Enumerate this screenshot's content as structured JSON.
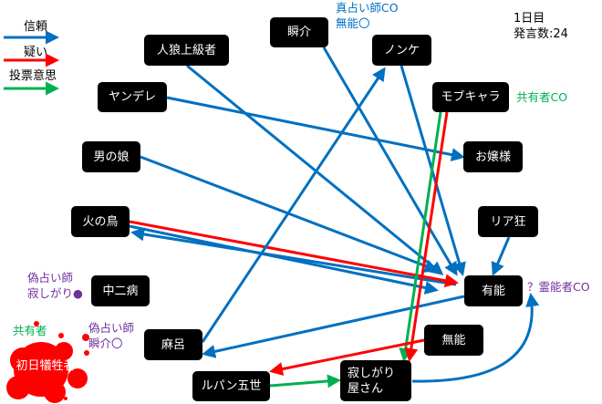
{
  "legend": [
    {
      "label": "信頼",
      "color": "#0070C0"
    },
    {
      "label": "疑い",
      "color": "#FF0000"
    },
    {
      "label": "投票意思",
      "color": "#00B050"
    }
  ],
  "info": {
    "day": "1日目",
    "count": "発言数:24"
  },
  "nodes": {
    "shunsuke": "瞬介",
    "jinro": "人狼上級者",
    "nonke": "ノンケ",
    "yandere": "ヤンデレ",
    "mob": "モブキャラ",
    "otokonoko": "男の娘",
    "ojosama": "お嬢様",
    "hinotori": "火の鳥",
    "riakyo": "リア狂",
    "chuni": "中二病",
    "yuno": "有能",
    "maro": "麻呂",
    "muno": "無能",
    "victim": "初日犠牲者",
    "lupin": "ルパン五世",
    "sabishi": "寂しがり\n屋さん"
  },
  "notes": {
    "shunsuke_co": "真占い師CO\n無能〇",
    "mob_co": "共有者CO",
    "yuno_co": "？霊能者CO",
    "chuni_note": "偽占い師\n寂しがり●",
    "maro_note": "偽占い師\n瞬介〇",
    "victim_note": "共有者"
  },
  "colors": {
    "trust": "#0070C0",
    "doubt": "#FF0000",
    "vote": "#00B050",
    "purple": "#7030A0"
  },
  "edges": [
    {
      "from": "jinro",
      "to": "yuno",
      "type": "trust"
    },
    {
      "from": "shunsuke",
      "to": "yuno",
      "type": "trust"
    },
    {
      "from": "nonke",
      "to": "yuno",
      "type": "trust"
    },
    {
      "from": "yandere",
      "to": "ojosama",
      "type": "trust"
    },
    {
      "from": "otokonoko",
      "to": "yuno",
      "type": "trust"
    },
    {
      "from": "hinotori",
      "to": "yuno",
      "type": "trust"
    },
    {
      "from": "yuno",
      "to": "hinotori",
      "type": "trust"
    },
    {
      "from": "hinotori",
      "to": "yuno",
      "type": "doubt"
    },
    {
      "from": "maro",
      "to": "nonke",
      "type": "trust"
    },
    {
      "from": "yuno",
      "to": "maro",
      "type": "trust"
    },
    {
      "from": "riakyo",
      "to": "yuno",
      "type": "trust"
    },
    {
      "from": "mob",
      "to": "sabishi",
      "type": "vote"
    },
    {
      "from": "mob",
      "to": "sabishi",
      "type": "doubt"
    },
    {
      "from": "muno",
      "to": "lupin",
      "type": "doubt"
    },
    {
      "from": "lupin",
      "to": "sabishi",
      "type": "vote"
    },
    {
      "from": "sabishi",
      "to": "yuno",
      "type": "trust"
    }
  ]
}
